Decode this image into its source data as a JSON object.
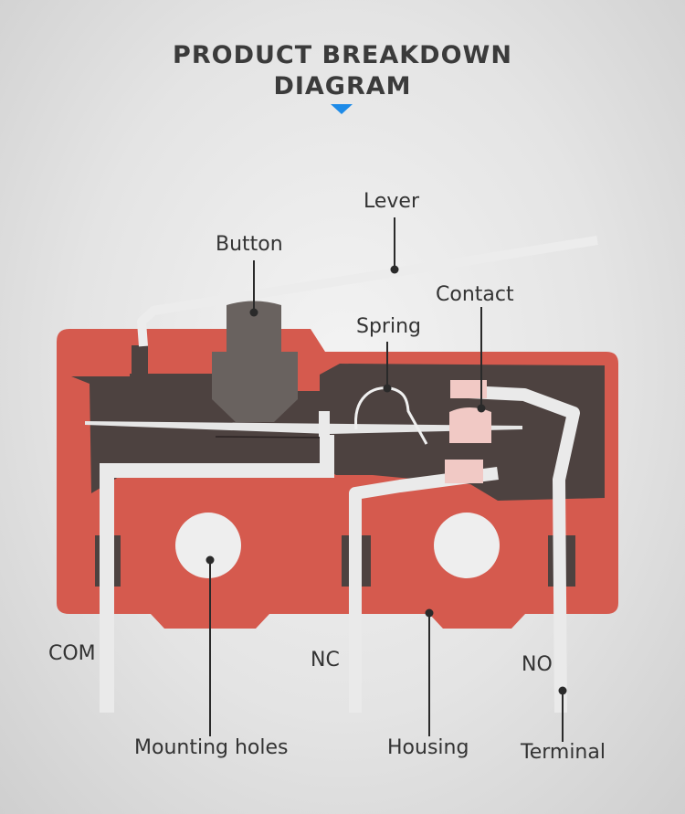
{
  "header": {
    "title_line1": "PRODUCT BREAKDOWN",
    "title_line2": "DIAGRAM"
  },
  "labels": {
    "lever": "Lever",
    "button": "Button",
    "contact": "Contact",
    "spring": "Spring",
    "com": "COM",
    "nc": "NC",
    "no": "NO",
    "mounting_holes": "Mounting holes",
    "housing": "Housing",
    "terminal": "Terminal"
  },
  "colors": {
    "housing": "#d55a4e",
    "interior": "#4d4240",
    "button": "#69625f",
    "terminal": "#eaeaea",
    "contact": "#f1c9c5",
    "accent": "#1e8be8"
  }
}
